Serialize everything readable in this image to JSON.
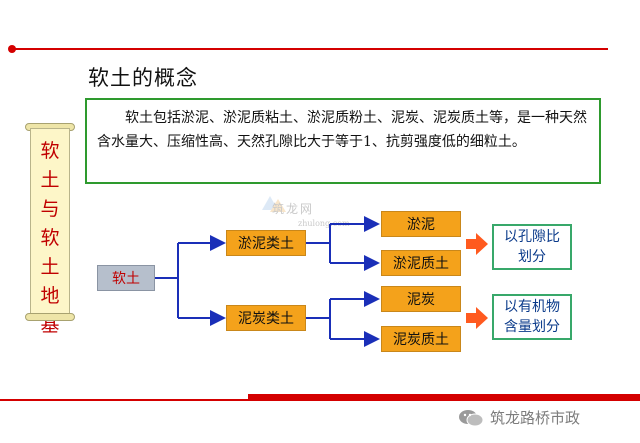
{
  "title": "软土的概念",
  "definition": "软土包括淤泥、淤泥质粘土、淤泥质粉土、泥炭、泥炭质土等，是一种天然含水量大、压缩性高、天然孔隙比大于等于1、抗剪强度低的细粒土。",
  "side_scroll": "软\n土\n与\n软\n土\n地\n基",
  "diagram": {
    "root": "软土",
    "group_silt": "淤泥类土",
    "group_peat": "泥炭类土",
    "leaf_silt": "淤泥",
    "leaf_silty_soil": "淤泥质土",
    "leaf_peat": "泥炭",
    "leaf_peaty_soil": "泥炭质土",
    "basis_porosity_line1": "以孔隙比",
    "basis_porosity_line2": "划分",
    "basis_organic_line1": "以有机物",
    "basis_organic_line2": "含量划分"
  },
  "watermark": "筑龙网",
  "watermark_sub": "zhulong.com",
  "footer": "筑龙路桥市政",
  "icons": [
    "wechat-icon",
    "watermark-logo-icon"
  ],
  "colors": {
    "accent_red": "#d40000",
    "node_orange": "#f4a21b",
    "root_grey": "#b6bfcc",
    "arrow_blue": "#1a2fb8",
    "result_border": "#38a86a",
    "definition_border": "#2e9a2e",
    "arrow_orange": "#ff5a1f"
  }
}
